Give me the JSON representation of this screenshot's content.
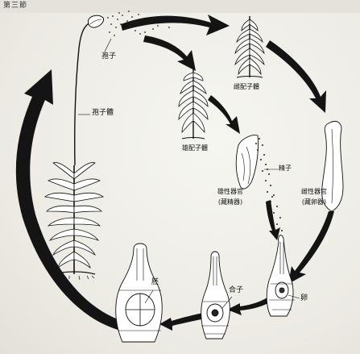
{
  "header": {
    "text": "第三節"
  },
  "labels": {
    "spore": "孢子",
    "sporophyte": "孢子體",
    "male_gametophyte": "雄配子體",
    "female_gametophyte": "雌配子體",
    "sperm": "精子",
    "male_organ": "雄性器官",
    "male_organ_name": "(藏精器)",
    "female_organ": "雌性器官",
    "female_organ_name": "(藏卵器)",
    "egg": "卵",
    "zygote": "合子",
    "embryo": "胚"
  }
}
